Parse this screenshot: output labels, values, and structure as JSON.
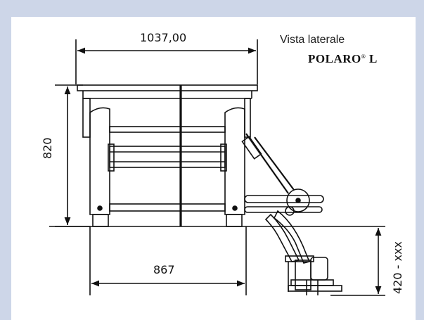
{
  "caption": {
    "subtitle": "Vista laterale",
    "product_name": "POLARO",
    "product_mark": "®",
    "product_suffix": " L"
  },
  "dimensions": {
    "top_width": "1037,00",
    "height": "820",
    "bottom_width": "867",
    "ground_clearance": "420 - xxx"
  }
}
